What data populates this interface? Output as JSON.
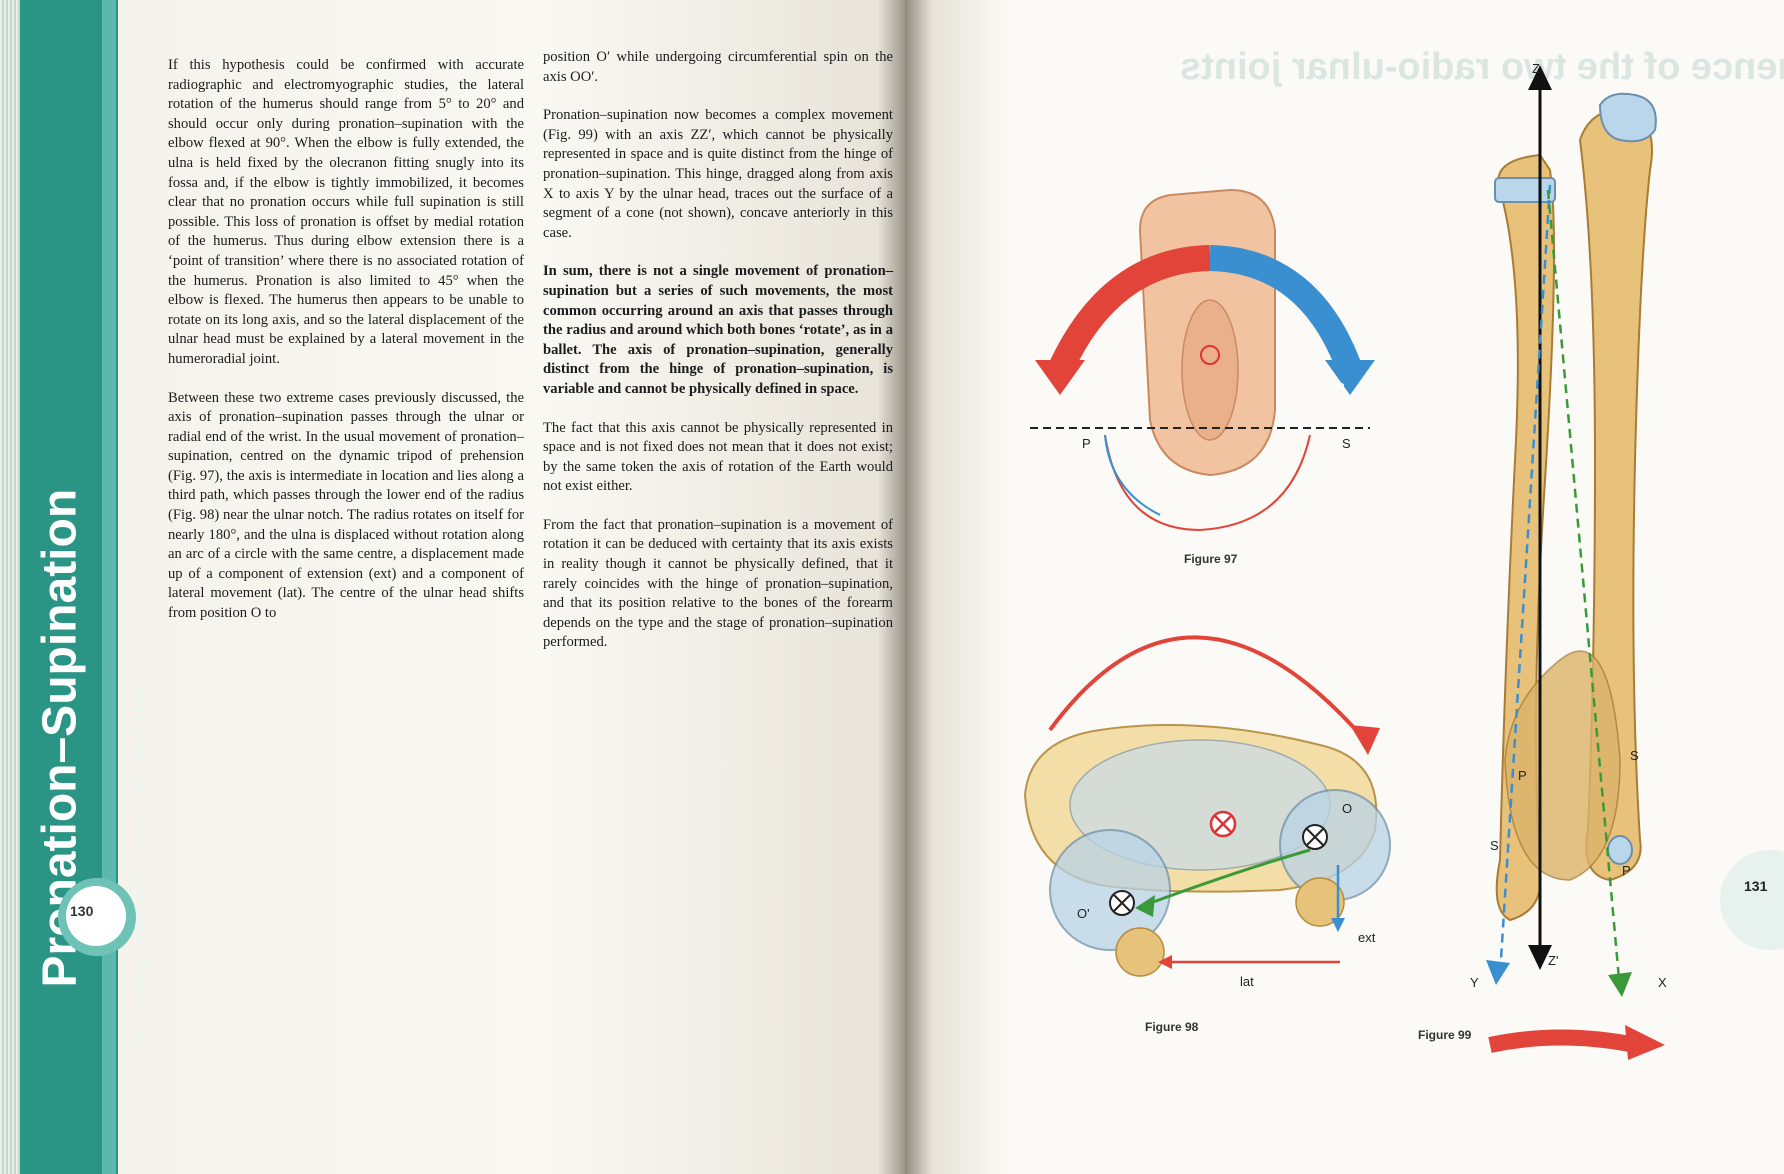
{
  "sidebar": {
    "title": "Pronation–Supination",
    "subtitle": "The Physiology of the Joints Volume 1 The Upper Limb"
  },
  "page_numbers": {
    "left": "130",
    "right": "131"
  },
  "ghost_title": "The co-congruence of the two radio-ulnar joints",
  "columns": {
    "col1": [
      "If this hypothesis could be confirmed with accurate radiographic and electromyographic studies, the lateral rotation of the humerus should range from 5° to 20° and should occur only during pronation–supination with the elbow flexed at 90°. When the elbow is fully extended, the ulna is held fixed by the olecranon fitting snugly into its fossa and, if the elbow is tightly immobilized, it becomes clear that no pronation occurs while full supination is still possible. This loss of pronation is offset by medial rotation of the humerus. Thus during elbow extension there is a ‘point of transition’ where there is no associated rotation of the humerus. Pronation is also limited to 45° when the elbow is flexed. The humerus then appears to be unable to rotate on its long axis, and so the lateral displacement of the ulnar head must be explained by a lateral movement in the humeroradial joint.",
      "Between these two extreme cases previously discussed, the axis of pronation–supination passes through the ulnar or radial end of the wrist. In the usual movement of pronation–supination, centred on the dynamic tripod of prehension (Fig. 97), the axis is intermediate in location and lies along a third path, which passes through the lower end of the radius (Fig. 98) near the ulnar notch. The radius rotates on itself for nearly 180°, and the ulna is displaced without rotation along an arc of a circle with the same centre, a displacement made up of a component of extension (ext) and a component of lateral movement (lat). The centre of the ulnar head shifts from position O to"
    ],
    "col2": [
      "position O′ while undergoing circumferential spin on the axis OO′.",
      "Pronation–supination now becomes a complex movement (Fig. 99) with an axis ZZ′, which cannot be physically represented in space and is quite distinct from the hinge of pronation–supination. This hinge, dragged along from axis X to axis Y by the ulnar head, traces out the surface of a segment of a cone (not shown), concave anteriorly in this case.",
      "In sum, there is not a single movement of pronation–supination but a series of such movements, the most common occurring around an axis that passes through the radius and around which both bones ‘rotate’, as in a ballet. The axis of pronation–supination, generally distinct from the hinge of pronation–supination, is variable and cannot be physically defined in space.",
      "The fact that this axis cannot be physically represented in space and is not fixed does not mean that it does not exist; by the same token the axis of rotation of the Earth would not exist either.",
      "From the fact that pronation–supination is a movement of rotation it can be deduced with certainty that its axis exists in reality though it cannot be physically defined, that it rarely coincides with the hinge of pronation–supination, and that its position relative to the bones of the forearm depends on the type and the stage of pronation–supination performed."
    ]
  },
  "figures": {
    "fig97": {
      "caption": "Figure 97",
      "labels": {
        "s_left": "S",
        "p_right": "P",
        "p_axis": "P",
        "s_axis": "S"
      }
    },
    "fig98": {
      "caption": "Figure 98",
      "labels": {
        "o": "O",
        "o_prime": "O'",
        "ext": "ext",
        "lat": "lat"
      }
    },
    "fig99": {
      "caption": "Figure 99",
      "labels": {
        "z": "Z",
        "z_prime": "Z'",
        "y": "Y",
        "x": "X",
        "p1": "P",
        "s1": "S",
        "p2": "P",
        "s2": "S"
      }
    }
  },
  "colors": {
    "teal": "#2a9485",
    "red_arrow": "#e2443a",
    "blue_arrow": "#3a8fd0",
    "green_arrow": "#3a9a3a",
    "bone": "#e8c27a"
  }
}
